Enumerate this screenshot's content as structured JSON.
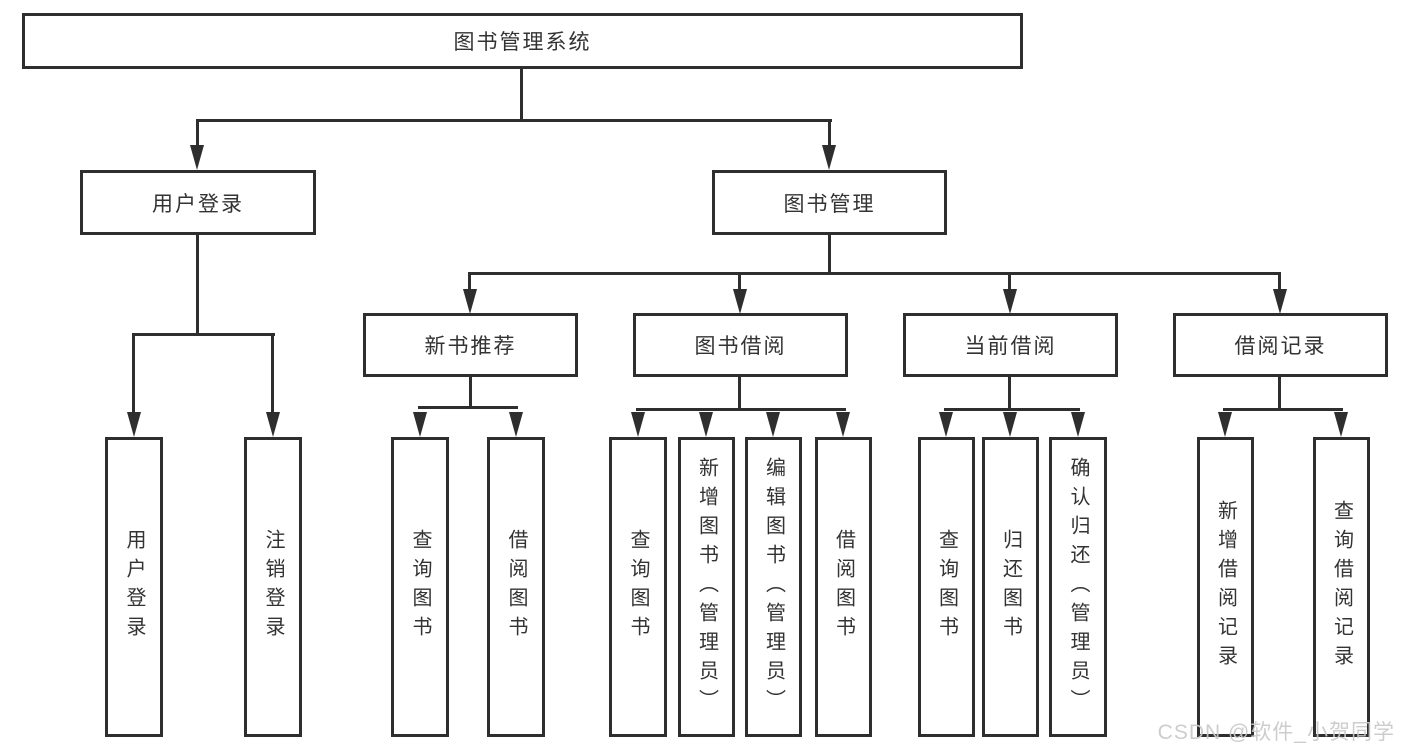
{
  "diagram": {
    "title_node": {
      "label": "图书管理系统"
    },
    "level2": [
      {
        "label": "用户登录"
      },
      {
        "label": "图书管理"
      }
    ],
    "level3": [
      {
        "label": "新书推荐",
        "parent": "图书管理"
      },
      {
        "label": "图书借阅",
        "parent": "图书管理"
      },
      {
        "label": "当前借阅",
        "parent": "图书管理"
      },
      {
        "label": "借阅记录",
        "parent": "图书管理"
      }
    ],
    "leaves": [
      {
        "label": "用户登录",
        "parent": "用户登录"
      },
      {
        "label": "注销登录",
        "parent": "用户登录"
      },
      {
        "label": "查询图书",
        "parent": "新书推荐"
      },
      {
        "label": "借阅图书",
        "parent": "新书推荐"
      },
      {
        "label": "查询图书",
        "parent": "图书借阅"
      },
      {
        "label": "新增图书（管理员）",
        "parent": "图书借阅"
      },
      {
        "label": "编辑图书（管理员）",
        "parent": "图书借阅"
      },
      {
        "label": "借阅图书",
        "parent": "图书借阅"
      },
      {
        "label": "查询图书",
        "parent": "当前借阅"
      },
      {
        "label": "归还图书",
        "parent": "当前借阅"
      },
      {
        "label": "确认归还（管理员）",
        "parent": "当前借阅"
      },
      {
        "label": "新增借阅记录",
        "parent": "借阅记录"
      },
      {
        "label": "查询借阅记录",
        "parent": "借阅记录"
      }
    ],
    "watermark": "CSDN @软件_小贺同学",
    "colors": {
      "line": "#2e2e2e",
      "text": "#333333",
      "background": "#ffffff",
      "watermark": "#c9c9c9"
    }
  }
}
